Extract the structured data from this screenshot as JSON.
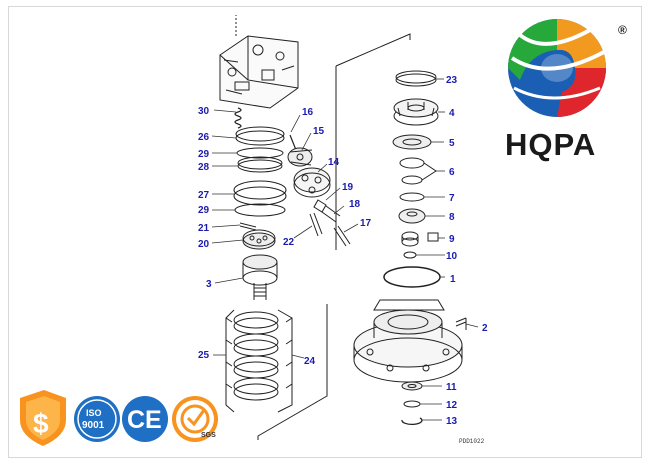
{
  "brand": {
    "name": "HQPA",
    "registered_mark": "®"
  },
  "diagram": {
    "reference_code": "PDD1022",
    "part_labels": [
      "1",
      "2",
      "3",
      "4",
      "5",
      "6",
      "7",
      "8",
      "9",
      "10",
      "11",
      "12",
      "13",
      "14",
      "15",
      "16",
      "17",
      "18",
      "19",
      "20",
      "21",
      "22",
      "23",
      "24",
      "25",
      "26",
      "27",
      "28",
      "29",
      "29",
      "30"
    ]
  },
  "certifications": {
    "iso_top": "ISO",
    "iso_bottom": "9001",
    "ce": "CE",
    "sgs": "SGS"
  },
  "colors": {
    "label_blue": "#1b1bb0",
    "logo_green": "#27a83a",
    "logo_blue": "#1a5fb4",
    "logo_red": "#e0262d",
    "logo_orange": "#f29a1f",
    "iso_blue": "#1f6fc5",
    "badge_orange": "#f7931e"
  },
  "icons": [
    "shield-dollar-icon",
    "iso-seal-icon",
    "ce-mark-icon",
    "sgs-check-icon",
    "hqpa-globe-logo-icon"
  ]
}
